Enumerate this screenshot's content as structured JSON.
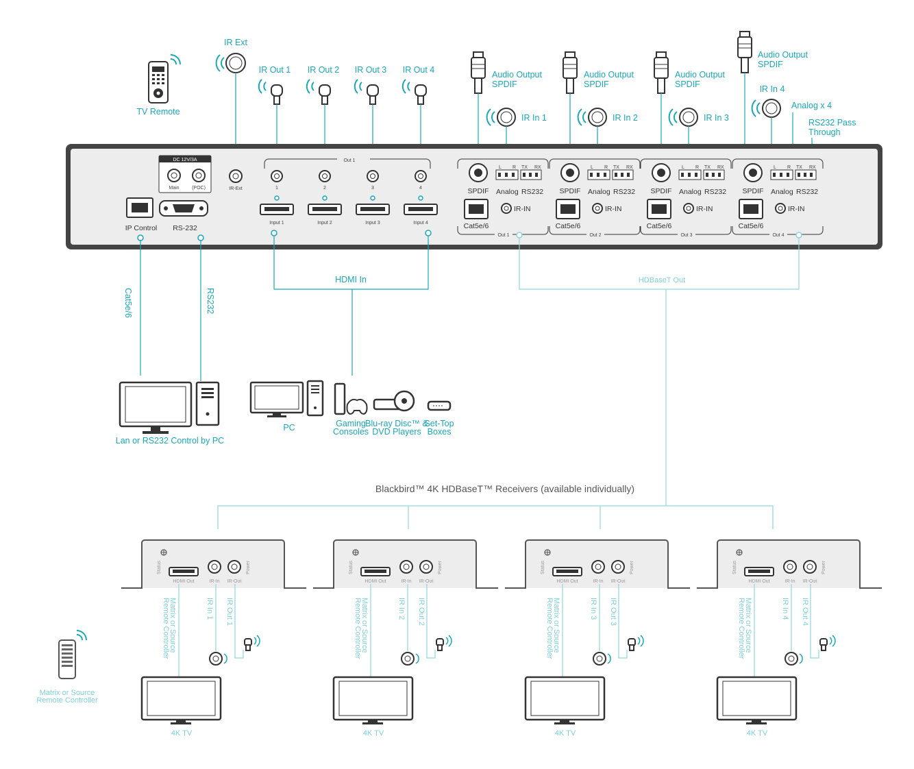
{
  "remote": {
    "label": "TV Remote"
  },
  "ir_ext": {
    "label": "IR Ext",
    "port": "IR-Ext"
  },
  "ir_outs": [
    "IR Out 1",
    "IR Out 2",
    "IR Out 3",
    "IR Out 4"
  ],
  "audio_label": [
    "Audio Output",
    "SPDIF"
  ],
  "ir_ins": [
    "IR In 1",
    "IR In 2",
    "IR In 3",
    "IR In 4"
  ],
  "analog_x4": "Analog x 4",
  "rs232_pass": [
    "RS232 Pass",
    "Through"
  ],
  "power": {
    "rating": "DC 12V/3A",
    "main": "Main",
    "poc": "(POC)"
  },
  "ports": {
    "ip": "IP Control",
    "rs232": "RS-232"
  },
  "out_group": "Out 1",
  "out_nums": [
    "1",
    "2",
    "3",
    "4"
  ],
  "inputs": [
    "Input 1",
    "Input 2",
    "Input 3",
    "Input 4"
  ],
  "zone": {
    "spdif": "SPDIF",
    "analog": "Analog",
    "rs232": "RS232",
    "cat": "Cat5e/6",
    "irin": "IR-IN",
    "l": "L",
    "r": "R",
    "tx": "TX",
    "rx": "RX"
  },
  "zone_outs": [
    "Out 1",
    "Out 2",
    "Out 3",
    "Out 4"
  ],
  "hdmi_in": "HDMI In",
  "hdbaset_out": "HDBaseT Out",
  "cables": {
    "cat": "Cat5e/6",
    "rs232": "RS232"
  },
  "pc_control": "Lan or RS232 Control by PC",
  "sources": [
    {
      "id": "pc",
      "lines": [
        "PC"
      ]
    },
    {
      "id": "gaming",
      "lines": [
        "Gaming",
        "Consoles"
      ]
    },
    {
      "id": "bluray",
      "lines": [
        "Blu-ray Disc™ &",
        "DVD Players"
      ]
    },
    {
      "id": "settop",
      "lines": [
        "Set-Top",
        "Boxes"
      ]
    }
  ],
  "receivers_title": "Blackbird™ 4K HDBaseT™ Receivers (available individually)",
  "receiver": {
    "status": "Status",
    "power": "Power",
    "hdmi_out": "HDMI Out",
    "ir_in": "IR-In",
    "ir_out": "IR-Out",
    "matrix_remote": [
      "Matrix or Source",
      "Remote Controller"
    ]
  },
  "rx_ir_in": [
    "IR In 1",
    "IR In 2",
    "IR In 3",
    "IR In 4"
  ],
  "rx_ir_out": [
    "IR Out 1",
    "IR Out 2",
    "IR Out 3",
    "IR Out 4"
  ],
  "tv": "4K TV",
  "matrix_remote_label": [
    "Matrix or Source",
    "Remote Controller"
  ],
  "colors": {
    "teal": "#1aa7b8",
    "teal_light": "#8fd6df",
    "chassis": "#444444",
    "panel": "#ededed"
  }
}
